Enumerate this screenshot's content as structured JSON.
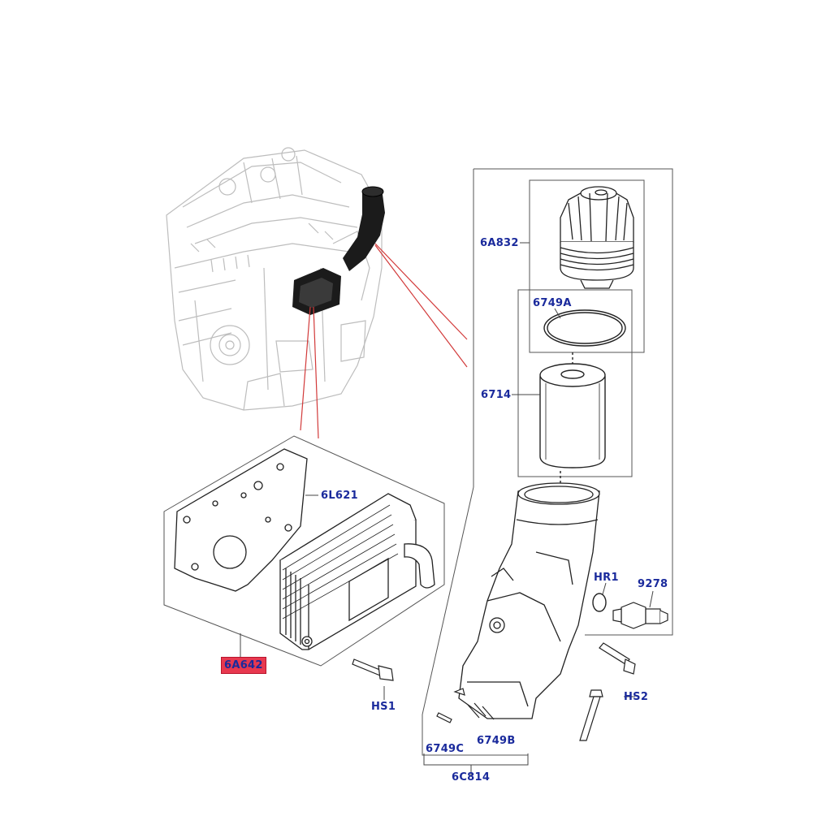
{
  "colors": {
    "label": "#1a2a9c",
    "highlight": "#e8384f",
    "leader": "#d23a3a",
    "ink": "#222222",
    "engine": "#b9b9b9"
  },
  "parts": {
    "p6A832": "6A832",
    "p6749A": "6749A",
    "p6714": "6714",
    "p6L621": "6L621",
    "pHR1": "HR1",
    "p9278": "9278",
    "p6A642": "6A642",
    "pHS1": "HS1",
    "pHS2": "HS2",
    "p6749C": "6749C",
    "p6749B": "6749B",
    "p6C814": "6C814"
  }
}
